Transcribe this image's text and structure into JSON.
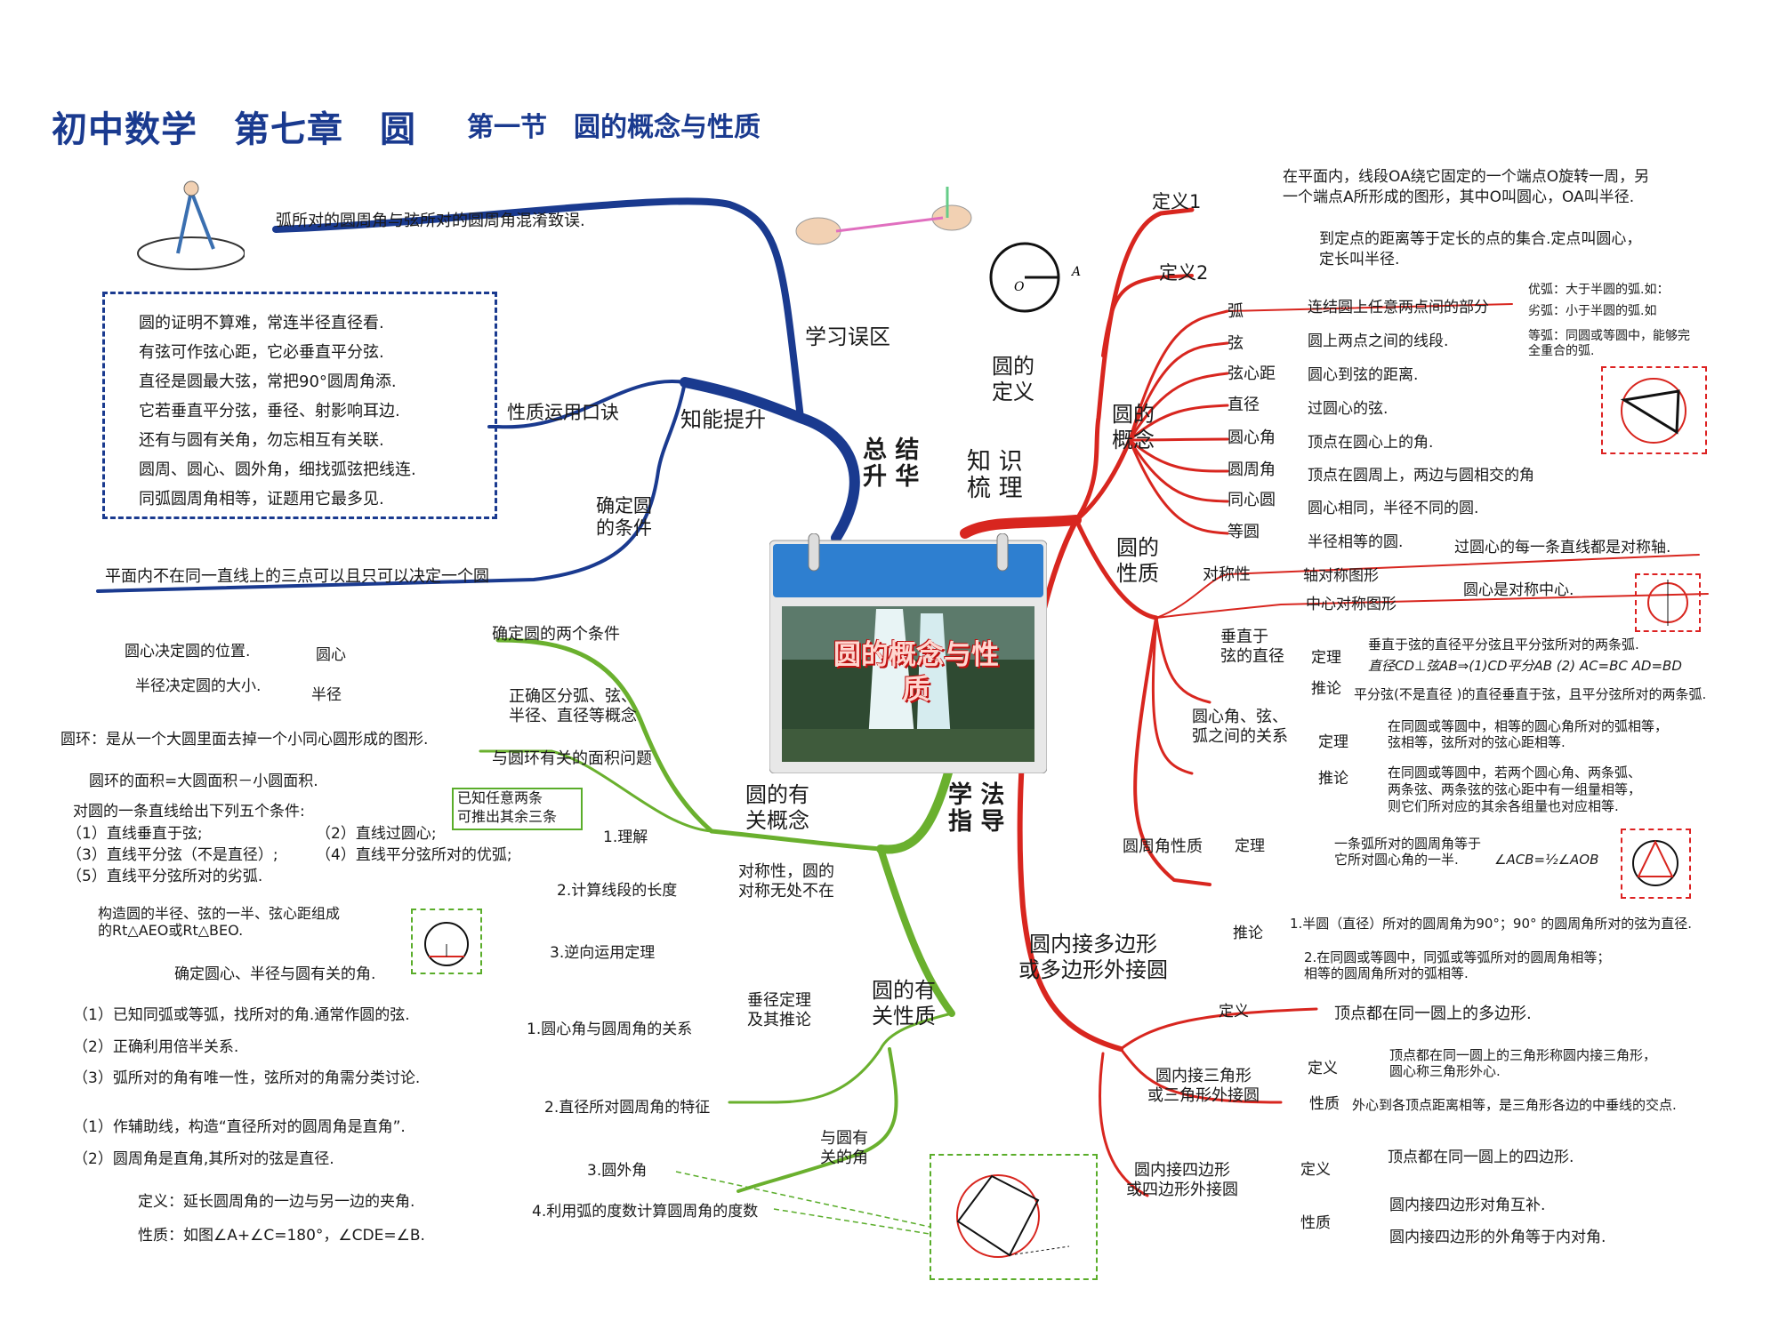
{
  "header": {
    "title": "初中数学　第七章　圆",
    "subtitle": "第一节　圆的概念与性质"
  },
  "center": {
    "title": "圆的概念与性质"
  },
  "colors": {
    "blue": "#1a3a8f",
    "red": "#d8261f",
    "green": "#6ab02e"
  },
  "branches": {
    "summary": "总 结\n升 华",
    "knowledge": "知 识\n梳 理",
    "method": "学 法\n指 导"
  },
  "blue": {
    "mistake_label": "学习误区",
    "mistake_text": "弧所对的圆周角与弦所对的圆周角混淆致误.",
    "improve_label": "知能提升",
    "rhyme_label": "性质运用口诀",
    "rhyme_lines": [
      "圆的证明不算难，常连半径直径看.",
      "有弦可作弦心距，它必垂直平分弦.",
      "直径是圆最大弦，常把90°圆周角添.",
      "它若垂直平分弦，垂径、射影响耳边.",
      "还有与圆有关角，勿忘相互有关联.",
      "圆周、圆心、圆外角，细找弧弦把线连.",
      "同弧圆周角相等，证题用它最多见."
    ],
    "determine_label": "确定圆\n的条件",
    "determine_text": "平面内不在同一直线上的三点可以且只可以决定一个圆"
  },
  "red": {
    "definition_label": "圆的\n定义",
    "def1_label": "定义1",
    "def1_text": "在平面内，线段OA绕它固定的一个端点O旋转一周，另\n一个端点A所形成的图形，其中O叫圆心，OA叫半径.",
    "def2_label": "定义2",
    "def2_text": "到定点的距离等于定长的点的集合.定点叫圆心，\n定长叫半径.",
    "concept_label": "圆的\n概念",
    "concepts": [
      {
        "name": "弧",
        "text": "连结圆上任意两点间的部分"
      },
      {
        "name": "弦",
        "text": "圆上两点之间的线段."
      },
      {
        "name": "弦心距",
        "text": "圆心到弦的距离."
      },
      {
        "name": "直径",
        "text": "过圆心的弦."
      },
      {
        "name": "圆心角",
        "text": "顶点在圆心上的角."
      },
      {
        "name": "圆周角",
        "text": "顶点在圆周上，两边与圆相交的角"
      },
      {
        "name": "同心圆",
        "text": "圆心相同，半径不同的圆."
      },
      {
        "name": "等圆",
        "text": "半径相等的圆."
      }
    ],
    "arc_types": {
      "major": "优弧：大于半圆的弧.如：",
      "minor": "劣弧：小于半圆的弧.如",
      "equal": "等弧：同圆或等圆中，能够完\n全重合的弧."
    },
    "property_label": "圆的\n性质",
    "symmetry_label": "对称性",
    "axis_label": "轴对称图形",
    "axis_text": "过圆心的每一条直线都是对称轴.",
    "central_label": "中心对称图形",
    "central_text": "圆心是对称中心.",
    "perp_label": "垂直于\n弦的直径",
    "theorem": "定理",
    "corollary": "推论",
    "perp_theorem_text": "垂直于弦的直径平分弦且平分弦所对的两条弧.",
    "perp_theorem_formula": "直径CD⊥弦AB⇒(1)CD平分AB  (2) AC=BC   AD=BD",
    "perp_corollary_text": "平分弦(不是直径 )的直径垂直于弦，且平分弦所对的两条弧.",
    "relation_label": "圆心角、弦、\n弧之间的关系",
    "relation_theorem": "在同圆或等圆中，相等的圆心角所对的弧相等，\n弦相等，弦所对的弦心距相等.",
    "relation_corollary": "在同圆或等圆中，若两个圆心角、两条弧、\n两条弦、两条弦的弦心距中有一组量相等，\n则它们所对应的其余各组量也对应相等.",
    "inscribed_label": "圆周角性质",
    "inscribed_theorem": "一条弧所对的圆周角等于\n它所对圆心角的一半.",
    "inscribed_formula": "∠ACB=½∠AOB",
    "inscribed_cor1": "1.半圆（直径）所对的圆周角为90°；90° 的圆周角所对的弦为直径.",
    "inscribed_cor2": "2.在同圆或等圆中，同弧或等弧所对的圆周角相等；\n相等的圆周角所对的弧相等.",
    "polygon_label": "圆内接多边形\n或多边形外接圆",
    "definition": "定义",
    "property": "性质",
    "polygon_def": "顶点都在同一圆上的多边形.",
    "triangle_label": "圆内接三角形\n或三角形外接圆",
    "triangle_def": "顶点都在同一圆上的三角形称圆内接三角形，\n圆心称三角形外心.",
    "triangle_prop": "外心到各顶点距离相等，是三角形各边的中垂线的交点.",
    "quad_label": "圆内接四边形\n或四边形外接圆",
    "quad_def": "顶点都在同一圆上的四边形.",
    "quad_prop1": "圆内接四边形对角互补.",
    "quad_prop2": "圆内接四边形的外角等于内对角."
  },
  "green": {
    "related_concept_label": "圆的有\n关概念",
    "two_conditions": "确定圆的两个条件",
    "center_label": "圆心",
    "center_text": "圆心决定圆的位置.",
    "radius_label": "半径",
    "radius_text": "半径决定圆的大小.",
    "distinguish": "正确区分弧、弦、\n半径、直径等概念",
    "annulus_label": "与圆环有关的面积问题",
    "annulus_text1": "圆环：是从一个大圆里面去掉一个小同心圆形成的图形.",
    "annulus_text2": "圆环的面积=大圆面积－小圆面积.",
    "five_conditions_head": "对圆的一条直线给出下列五个条件:",
    "five_conditions": [
      "（1）直线垂直于弦;",
      "（2）直线过圆心;",
      "（3）直线平分弦（不是直径）;",
      "（4）直线平分弦所对的优弧;",
      "（5）直线平分弦所对的劣弧."
    ],
    "known_two": "已知任意两条\n可推出其余三条",
    "symmetry_note": "对称性，圆的\n对称无处不在",
    "property_label": "圆的有\n关性质",
    "chord_label": "垂径定理\n及其推论",
    "understand": "1.理解",
    "compute": "2.计算线段的长度",
    "compute_text": "构造圆的半径、弦的一半、弦心距组成\n的Rt△AEO或Rt△BEO.",
    "reverse": "3.逆向运用定理",
    "reverse_text": "确定圆心、半径与圆有关的角.",
    "angle_label": "与圆有\n关的角",
    "rel1": "1.圆心角与圆周角的关系",
    "rel1_items": [
      "（1）已知同弧或等弧，找所对的角.通常作圆的弦.",
      "（2）正确利用倍半关系.",
      "（3）弧所对的角有唯一性，弦所对的角需分类讨论."
    ],
    "rel2": "2.直径所对圆周角的特征",
    "rel2_items": [
      "（1）作辅助线，构造“直径所对的圆周角是直角”.",
      "（2）圆周角是直角,其所对的弦是直径."
    ],
    "rel3": "3.圆外角",
    "rel3_def": "定义：延长圆周角的一边与另一边的夹角.",
    "rel3_prop": "性质：如图∠A+∠C=180°，∠CDE=∠B.",
    "rel4": "4.利用弧的度数计算圆周角的度数"
  }
}
